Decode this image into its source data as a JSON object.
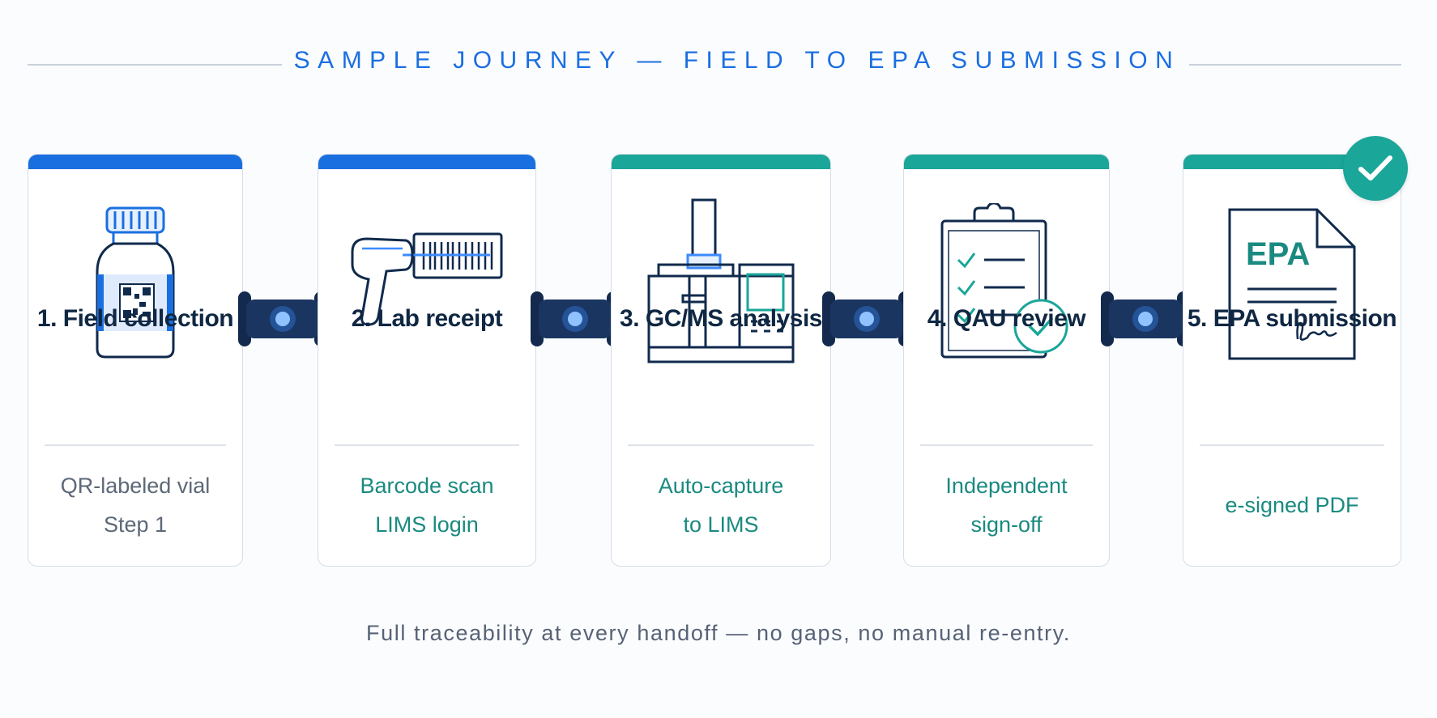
{
  "title": "SAMPLE JOURNEY — FIELD TO EPA SUBMISSION",
  "colors": {
    "blue_accent": "#1a6fe0",
    "teal_accent": "#1aa699",
    "navy": "#0f2742",
    "connector": "#132a4e",
    "connector_glow": "#3d8bff"
  },
  "steps": [
    {
      "label": "1. Field collection",
      "desc": [
        "QR-labeled vial",
        "Step 1"
      ],
      "accent": "#1a6fe0",
      "desc_color": "#5d6878",
      "icon": "vial-qr-icon"
    },
    {
      "label": "2. Lab receipt",
      "desc": [
        "Barcode scan",
        "LIMS login"
      ],
      "accent": "#1a6fe0",
      "desc_color": "#1a8a80",
      "icon": "barcode-scanner-icon"
    },
    {
      "label": "3. GC/MS analysis",
      "desc": [
        "Auto-capture",
        "to LIMS"
      ],
      "accent": "#1aa699",
      "desc_color": "#1a8a80",
      "icon": "gcms-instrument-icon"
    },
    {
      "label": "4. QAU review",
      "desc": [
        "Independent",
        "sign-off"
      ],
      "accent": "#1aa699",
      "desc_color": "#1a8a80",
      "icon": "clipboard-check-icon"
    },
    {
      "label": "5. EPA submission",
      "desc": [
        "e-signed PDF"
      ],
      "accent": "#1aa699",
      "desc_color": "#1a8a80",
      "icon": "epa-document-icon",
      "doc_text": "EPA"
    }
  ],
  "completed_icon": "checkmark-icon",
  "footer": "Full traceability at every handoff — no gaps, no manual re-entry."
}
